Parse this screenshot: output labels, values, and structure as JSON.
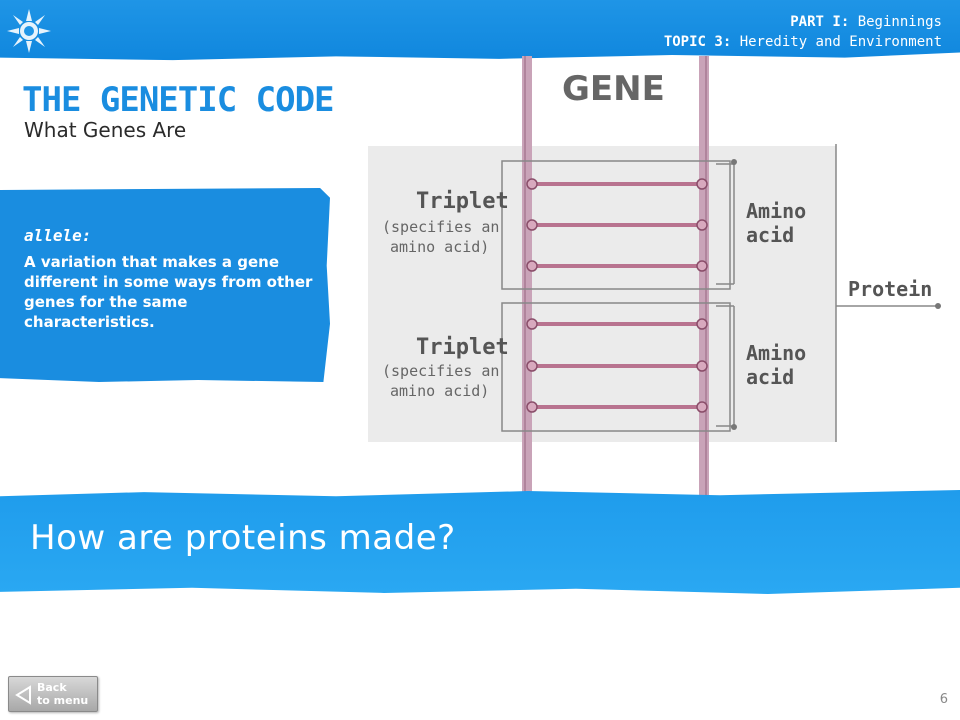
{
  "header": {
    "part_prefix": "PART I:",
    "part_name": "Beginnings",
    "topic_prefix": "TOPIC 3:",
    "topic_name": "Heredity and Environment"
  },
  "title": "THE GENETIC CODE",
  "subtitle": "What Genes Are",
  "definition": {
    "term": "allele:",
    "text": "A variation that makes a gene different in some ways from other genes for the same characteristics."
  },
  "diagram": {
    "gene_label": "GENE",
    "triplets": [
      {
        "label": "Triplet",
        "note_line1": "(specifies an",
        "note_line2": "amino acid)",
        "amino_line1": "Amino",
        "amino_line2": "acid"
      },
      {
        "label": "Triplet",
        "note_line1": "(specifies an",
        "note_line2": "amino acid)",
        "amino_line1": "Amino",
        "amino_line2": "acid"
      }
    ],
    "protein_label": "Protein",
    "colors": {
      "strand": "#c9a3b8",
      "rung": "#b8738f",
      "box": "#888888",
      "panel": "#ebebeb"
    }
  },
  "question": "How are proteins made?",
  "nav": {
    "back_line1": "Back",
    "back_line2": "to menu"
  },
  "page_number": "6",
  "colors": {
    "accent": "#1a8de0",
    "banner": "#1f95e6"
  }
}
